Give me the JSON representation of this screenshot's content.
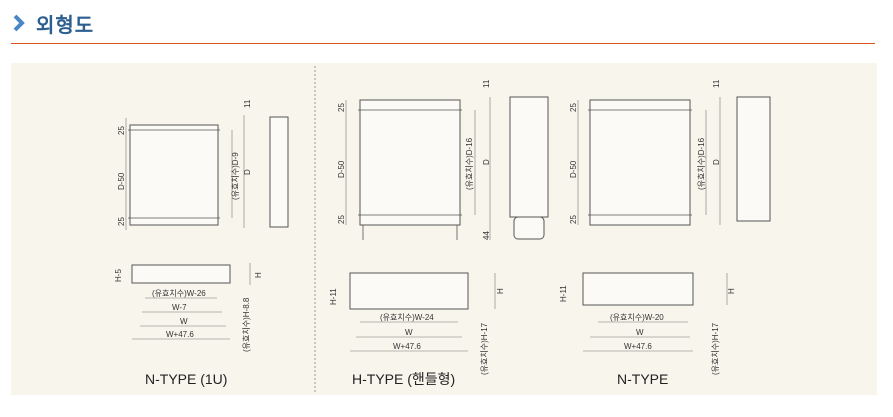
{
  "header": {
    "title": "외형도",
    "icon": "chevron-right-icon",
    "accent": "#2c5e90",
    "rule_color": "#d9531e"
  },
  "diagrams": [
    {
      "title": "N-TYPE (1U)",
      "top": {
        "top": "25",
        "middle": "D-50",
        "bottom": "25",
        "effective_depth": "(유효치수)D-9",
        "depth": "D",
        "offset": "11"
      },
      "front": {
        "left_height": "H-5",
        "height": "H",
        "effective_width": "(유효치수)W-26",
        "width_inner": "W-7",
        "width": "W",
        "width_total": "W+47.6",
        "effective_height": "(유효치수)H-8.8"
      }
    },
    {
      "title": "H-TYPE (핸들형)",
      "top": {
        "top": "25",
        "middle": "D-50",
        "bottom": "25",
        "effective_depth": "(유효치수)D-16",
        "depth": "D",
        "offset": "11",
        "handle": "44"
      },
      "front": {
        "left_height": "H-11",
        "height": "H",
        "effective_width": "(유효치수)W-24",
        "width": "W",
        "width_total": "W+47.6",
        "effective_height": "(유효치수)H-17"
      }
    },
    {
      "title": "N-TYPE",
      "top": {
        "top": "25",
        "middle": "D-50",
        "bottom": "25",
        "effective_depth": "(유효치수)D-16",
        "depth": "D",
        "offset": "11"
      },
      "front": {
        "left_height": "H-11",
        "height": "H",
        "effective_width": "(유효치수)W-20",
        "width": "W",
        "width_total": "W+47.6",
        "effective_height": "(유효치수)H-17"
      }
    }
  ]
}
